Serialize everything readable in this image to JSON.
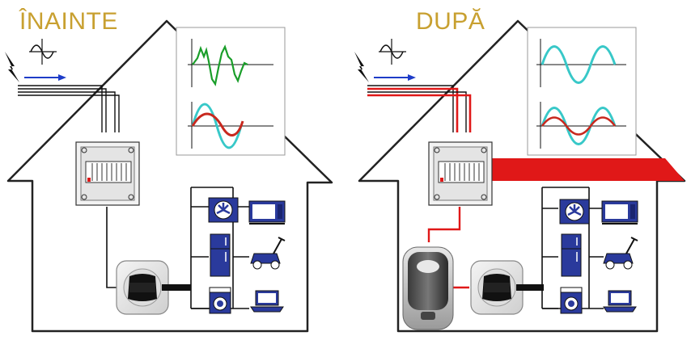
{
  "panels": [
    {
      "id": "before",
      "title": "ÎNAINTE"
    },
    {
      "id": "after",
      "title": "DUPĂ"
    }
  ],
  "colors": {
    "title": "#c8a030",
    "house_outline": "#222222",
    "current_arrow": "#1e3cc8",
    "red_line": "#e01818",
    "noisy_wave": "#1a9e2a",
    "clean_wave": "#38c8c8",
    "appliance_blue": "#2a3a9c",
    "graph_bg": "#ffffff",
    "graph_border": "#999999"
  },
  "icons": [
    "lightning-icon",
    "sine-source-icon",
    "breaker-panel-icon",
    "fan-icon",
    "microwave-icon",
    "fridge-icon",
    "lawnmower-icon",
    "washer-icon",
    "laptop-icon",
    "wall-socket-icon",
    "power-saver-device-icon"
  ]
}
